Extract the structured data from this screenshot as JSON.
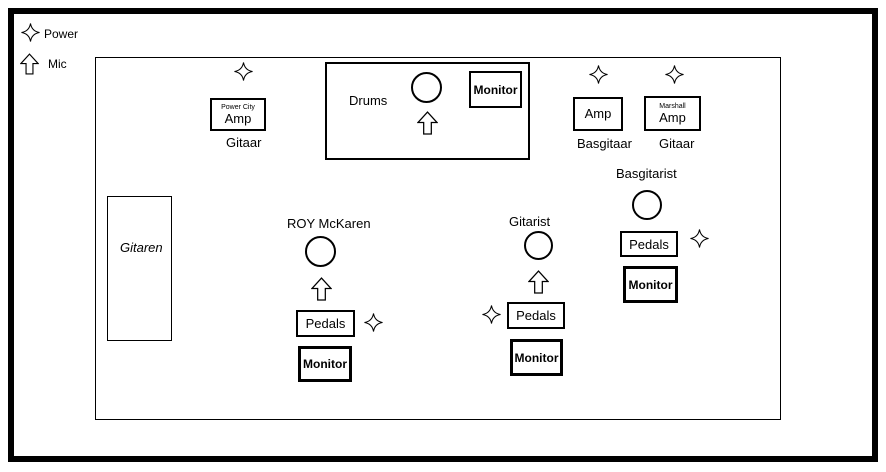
{
  "legend": {
    "power_label": "Power",
    "mic_label": "Mic"
  },
  "drums": {
    "label": "Drums",
    "monitor_label": "Monitor"
  },
  "backline": {
    "guitar_amp_left": {
      "brand": "Power City",
      "label": "Amp",
      "instrument": "Gitaar"
    },
    "bass_amp": {
      "label": "Amp",
      "instrument": "Basgitaar"
    },
    "guitar_amp_right": {
      "brand": "Marshall",
      "label": "Amp",
      "instrument": "Gitaar"
    }
  },
  "guitar_rack": {
    "label": "Gitaren"
  },
  "musicians": {
    "roy": {
      "name": "ROY McKaren",
      "pedals_label": "Pedals",
      "monitor_label": "Monitor"
    },
    "gitarist": {
      "name": "Gitarist",
      "pedals_label": "Pedals",
      "monitor_label": "Monitor"
    },
    "basgitarist": {
      "name": "Basgitarist",
      "pedals_label": "Pedals",
      "monitor_label": "Monitor"
    }
  },
  "colors": {
    "line": "#000000",
    "background": "#ffffff"
  }
}
